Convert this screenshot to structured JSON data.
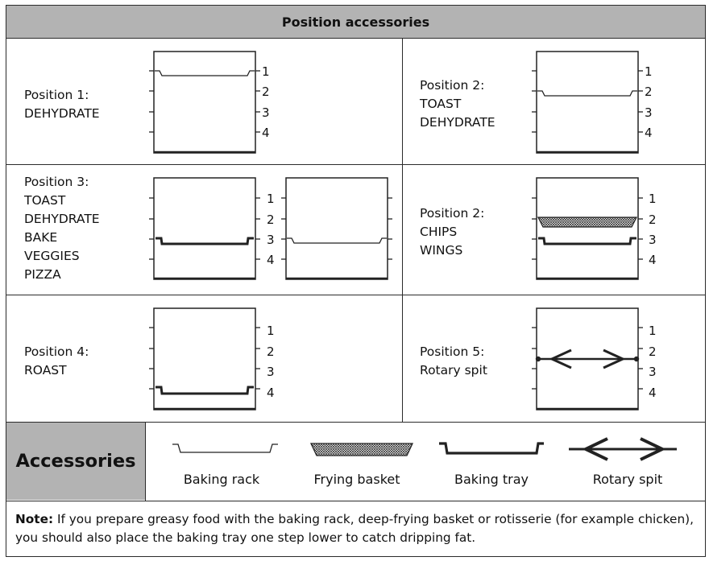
{
  "header": {
    "title": "Position accessories"
  },
  "level_labels": [
    "1",
    "2",
    "3",
    "4"
  ],
  "cells": [
    {
      "lines": [
        "Position 1:",
        "DEHYDRATE"
      ]
    },
    {
      "lines": [
        "Position 2:",
        "TOAST",
        "DEHYDRATE"
      ]
    },
    {
      "lines": [
        "Position 3:",
        "TOAST",
        "DEHYDRATE",
        "BAKE",
        "VEGGIES",
        "PIZZA"
      ]
    },
    {
      "lines": [
        "Position 2:",
        "CHIPS",
        "WINGS"
      ]
    },
    {
      "lines": [
        "Position 4:",
        "ROAST"
      ]
    },
    {
      "lines": [
        "Position 5:",
        "Rotary spit"
      ]
    }
  ],
  "accessories": {
    "heading": "Accessories",
    "items": [
      "Baking rack",
      "Frying basket",
      "Baking tray",
      "Rotary spit"
    ]
  },
  "note": {
    "label": "Note:",
    "text": " If you prepare greasy food with the baking rack, deep-frying basket or rotisserie (for example chicken), you should also place the baking tray one step lower to catch dripping fat."
  },
  "colors": {
    "header_bg": "#b3b3b3",
    "border": "#2b2b2b"
  }
}
